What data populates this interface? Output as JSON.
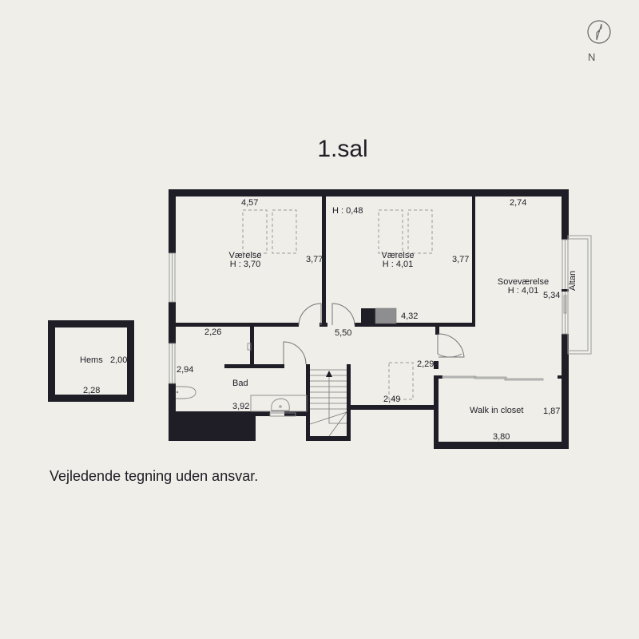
{
  "title": "1.sal",
  "disclaimer": "Vejledende tegning uden ansvar.",
  "compass": {
    "icon": "compass-icon",
    "label": "N"
  },
  "colors": {
    "background": "#efeee8",
    "wall": "#1f1d26",
    "fixture_gray": "#8e8d8f",
    "dashed": "#9a9a9a"
  },
  "rooms": {
    "vaerelse1": {
      "name": "Værelse",
      "height": "H : 3,70",
      "width_dim": "4,57",
      "depth_dim": "3,77"
    },
    "vaerelse2": {
      "name": "Værelse",
      "height": "H : 4,01",
      "low_height": "H : 0,48",
      "depth_dim": "3,77",
      "width_dim": "4,32"
    },
    "sovevaerelse": {
      "name": "Soveværelse",
      "height": "H : 4,01",
      "width_dim": "2,74",
      "depth_dim": "5,34"
    },
    "altan": {
      "name": "Altan"
    },
    "hall": {
      "width_dim": "5,50",
      "depth_dim": "2,29",
      "inner_dim": "2,49"
    },
    "bad": {
      "name": "Bad",
      "width_dim": "2,26",
      "depth_dim": "2,94",
      "bottom_dim": "3,92"
    },
    "walk_in": {
      "name": "Walk in closet",
      "depth_dim": "1,87",
      "width_dim": "3,80"
    },
    "hems": {
      "name": "Hems",
      "depth_dim": "2,00",
      "width_dim": "2,28"
    }
  }
}
